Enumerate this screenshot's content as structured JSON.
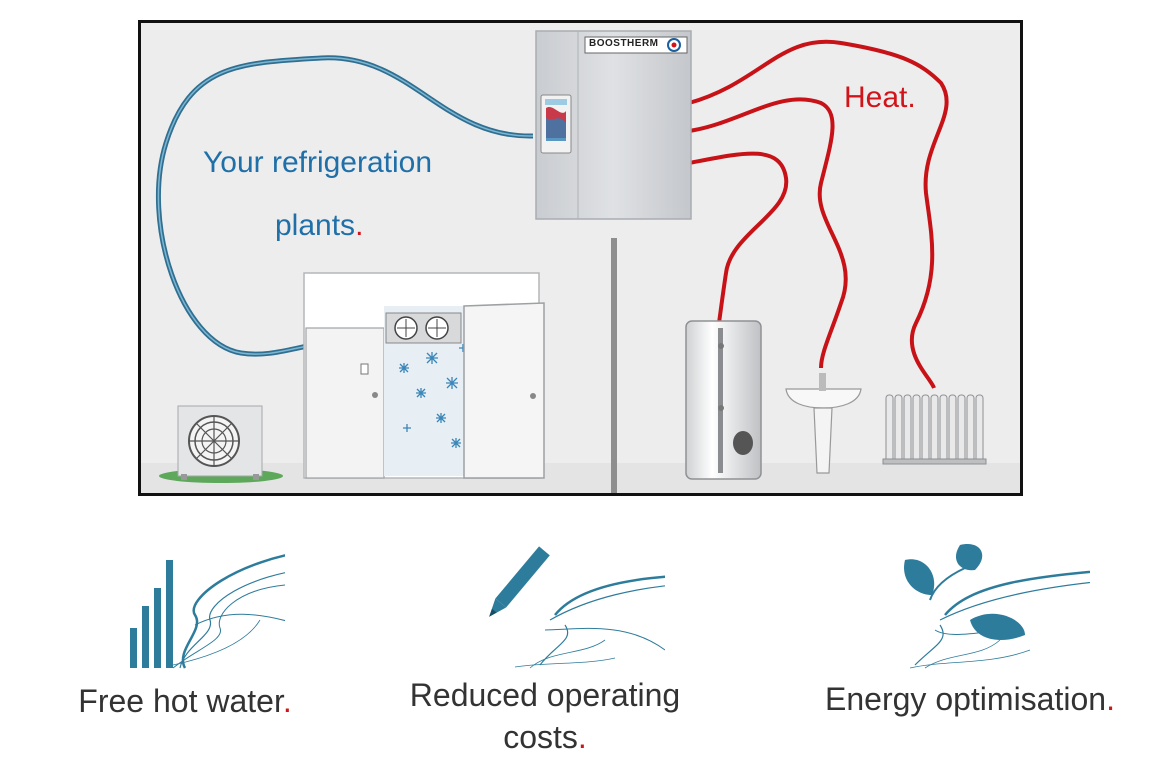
{
  "diagram": {
    "brand_name": "BOOSTHERM",
    "source_label": "Your refrigeration",
    "source_label_line2": "plants",
    "source_label_dot": ".",
    "heat_label": "Heat.",
    "colors": {
      "cold_line": "#3f84a8",
      "hot_line": "#d0141a",
      "accent_red": "#d0141a",
      "text_blue": "#1f6fa8",
      "icon_teal": "#2e7c9c"
    }
  },
  "features": [
    {
      "label": "Free hot water",
      "dot": ".",
      "icon": "bar-chart-swoosh-icon"
    },
    {
      "label_line1": "Reduced operating",
      "label_line2": "costs",
      "dot": ".",
      "icon": "pencil-swoosh-icon"
    },
    {
      "label": "Energy optimisation",
      "dot": ".",
      "icon": "leaves-swoosh-icon"
    }
  ]
}
